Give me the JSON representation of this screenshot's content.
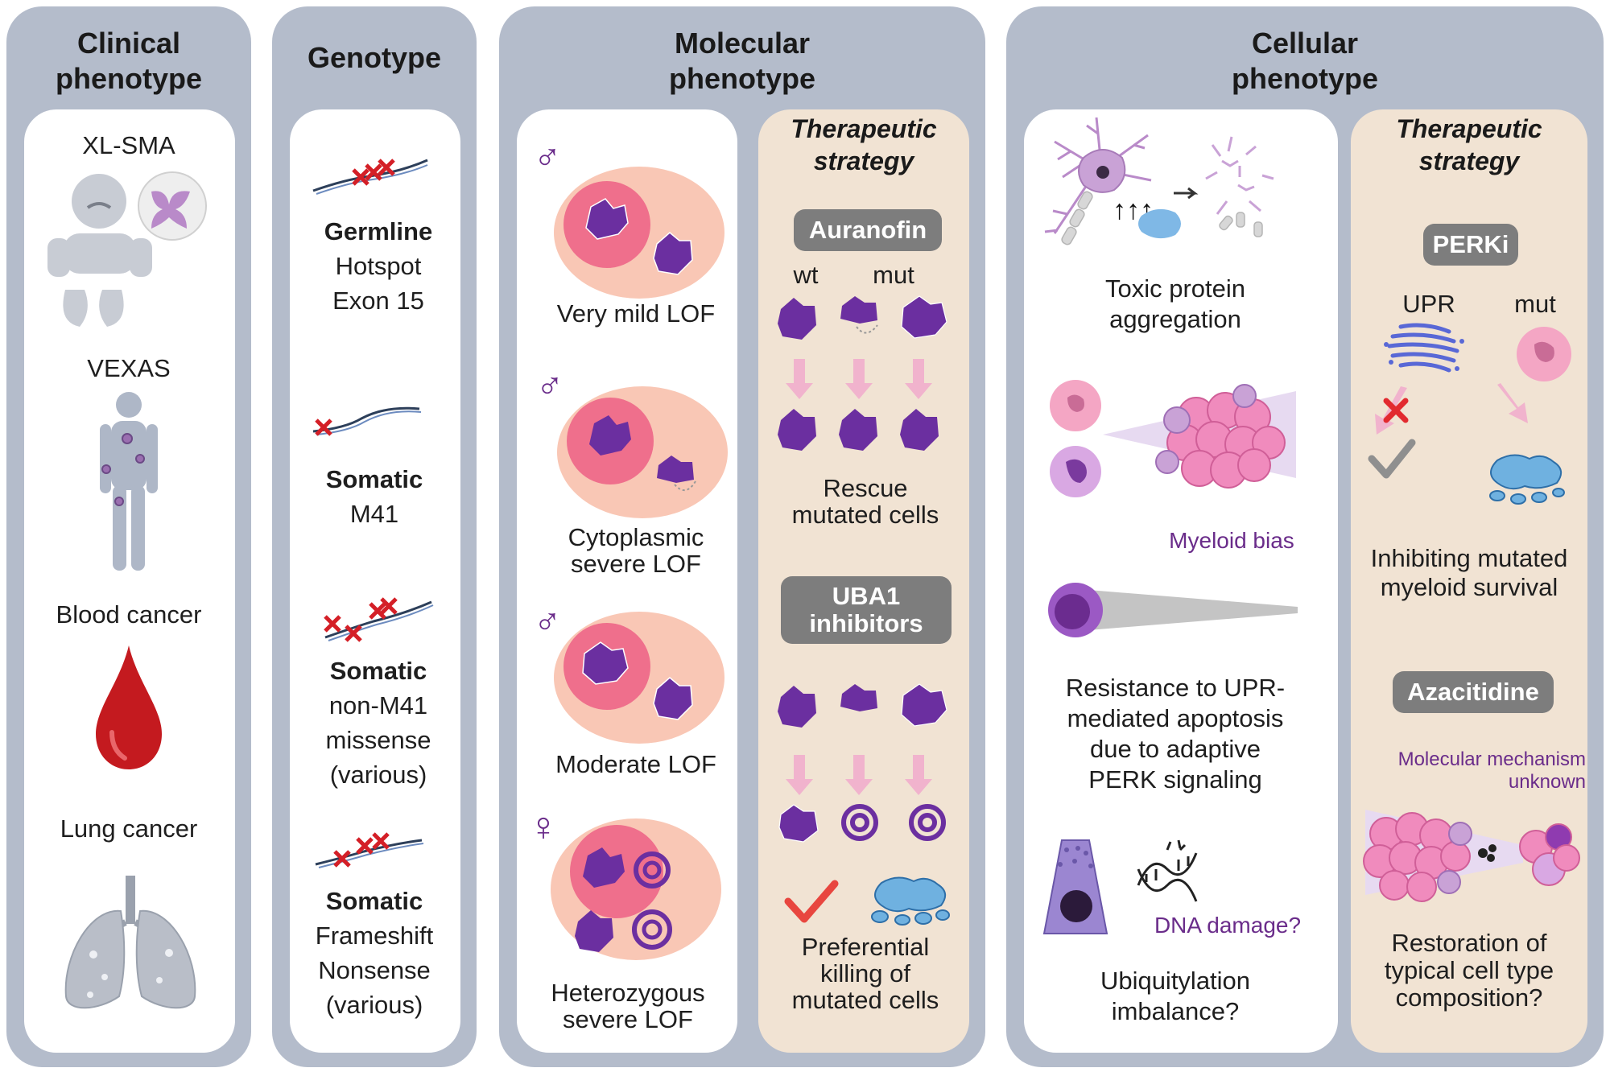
{
  "columns": {
    "clinical": {
      "title_lines": [
        "Clinical",
        "phenotype"
      ],
      "items": [
        "XL-SMA",
        "VEXAS",
        "Blood cancer",
        "Lung cancer"
      ]
    },
    "genotype": {
      "title": "Genotype",
      "items": [
        {
          "type": "Germline",
          "lines": [
            "Hotspot",
            "Exon 15"
          ]
        },
        {
          "type": "Somatic",
          "lines": [
            "M41"
          ]
        },
        {
          "type": "Somatic",
          "lines": [
            "non-M41",
            "missense",
            "(various)"
          ]
        },
        {
          "type": "Somatic",
          "lines": [
            "Frameshift",
            "Nonsense",
            "(various)"
          ]
        }
      ]
    },
    "molecular": {
      "title_lines": [
        "Molecular",
        "phenotype"
      ],
      "items": [
        {
          "sex": "♂",
          "label_lines": [
            "Very mild LOF"
          ]
        },
        {
          "sex": "♂",
          "label_lines": [
            "Cytoplasmic",
            "severe LOF"
          ]
        },
        {
          "sex": "♂",
          "label_lines": [
            "Moderate LOF"
          ]
        },
        {
          "sex": "♀",
          "label_lines": [
            "Heterozygous",
            "severe LOF"
          ]
        }
      ],
      "strategy": {
        "title_lines": [
          "Therapeutic",
          "strategy"
        ],
        "drug1": "Auranofin",
        "wt": "wt",
        "mut": "mut",
        "result1_lines": [
          "Rescue",
          "mutated cells"
        ],
        "drug2_lines": [
          "UBA1",
          "inhibitors"
        ],
        "result2_lines": [
          "Preferential",
          "killing of",
          "mutated cells"
        ]
      }
    },
    "cellular": {
      "title_lines": [
        "Cellular",
        "phenotype"
      ],
      "items": [
        {
          "label_lines": [
            "Toxic protein",
            "aggregation"
          ]
        },
        {
          "label_lines": [
            "Myeloid bias"
          ]
        },
        {
          "label_lines": [
            "Resistance to UPR-",
            "mediated apoptosis",
            "due to adaptive",
            "PERK signaling"
          ]
        },
        {
          "label_lines": [
            "DNA damage?"
          ]
        },
        {
          "label_lines": [
            "Ubiquitylation",
            "imbalance?"
          ]
        }
      ],
      "strategy": {
        "title_lines": [
          "Therapeutic",
          "strategy"
        ],
        "drug1": "PERKi",
        "upr": "UPR",
        "mut": "mut",
        "result1_lines": [
          "Inhibiting mutated",
          "myeloid survival"
        ],
        "drug2": "Azacitidine",
        "note_lines": [
          "Molecular mechanism",
          "unknown"
        ],
        "result2_lines": [
          "Restoration of",
          "typical cell type",
          "composition?"
        ]
      }
    }
  },
  "colors": {
    "column_bg": "#b4bccb",
    "strategy_bg": "#f1e3d3",
    "protein": "#6b2fa0",
    "cell_pink": "#f9c7b5",
    "nucleus": "#ef6f8c",
    "drug_tag": "#7d7d7d",
    "accent_purple": "#6a2c8a",
    "blood_red": "#c41a1f"
  },
  "icons": [
    "baby-icon",
    "spinal-cord-icon",
    "human-body-icon",
    "blood-drop-icon",
    "lungs-icon",
    "dna-strand-icon",
    "mutation-cross-icon",
    "male-symbol-icon",
    "female-symbol-icon",
    "cell-icon",
    "protein-icon",
    "arrow-down-icon",
    "check-icon",
    "neuron-icon",
    "er-stress-icon",
    "cell-cluster-icon",
    "dna-damage-icon"
  ]
}
